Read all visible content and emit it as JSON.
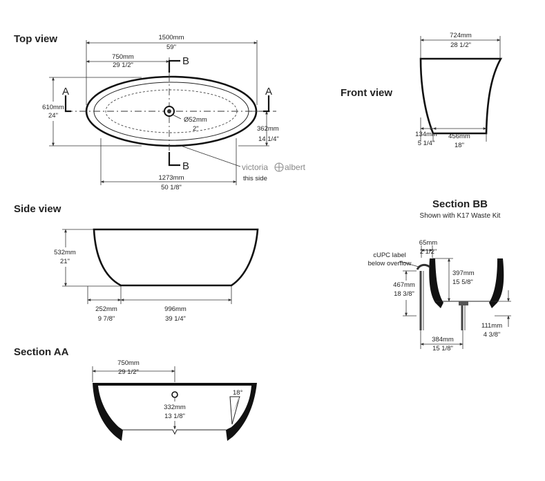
{
  "views": {
    "top": {
      "title": "Top view",
      "width_mm": "1500mm",
      "width_in": "59\"",
      "half_mm": "750mm",
      "half_in": "29 1/2\"",
      "depth_mm": "610mm",
      "depth_in": "24\"",
      "waste_mm": "Ø52mm",
      "waste_in": "2\"",
      "offset_mm": "362mm",
      "offset_in": "14 1/4\"",
      "base_mm": "1273mm",
      "base_in": "50 1/8\"",
      "brand_left": "victoria",
      "brand_right": "albert",
      "brand_note": "this side",
      "section_a": "A",
      "section_b": "B"
    },
    "front": {
      "title": "Front view",
      "top_mm": "724mm",
      "top_in": "28 1/2\"",
      "left_mm": "134mm",
      "left_in": "5  1/4\"",
      "base_mm": "456mm",
      "base_in": "18\""
    },
    "side": {
      "title": "Side view",
      "height_mm": "532mm",
      "height_in": "21\"",
      "left_mm": "252mm",
      "left_in": "9 7/8\"",
      "base_mm": "996mm",
      "base_in": "39 1/4\""
    },
    "section_aa": {
      "title": "Section AA",
      "half_mm": "750mm",
      "half_in": "29 1/2\"",
      "depth_mm": "332mm",
      "depth_in": "13 1/8\"",
      "angle": "18°"
    },
    "section_bb": {
      "title": "Section BB",
      "subtitle": "Shown with K17 Waste Kit",
      "rim_mm": "65mm",
      "rim_in": "2 1/2\"",
      "cupc_line1": "cUPC label",
      "cupc_line2": "below overflow",
      "depth_mm": "397mm",
      "depth_in": "15 5/8\"",
      "height_mm": "467mm",
      "height_in": "18 3/8\"",
      "floor_mm": "111mm",
      "floor_in": "4 3/8\"",
      "waste_mm": "384mm",
      "waste_in": "15 1/8\""
    }
  }
}
